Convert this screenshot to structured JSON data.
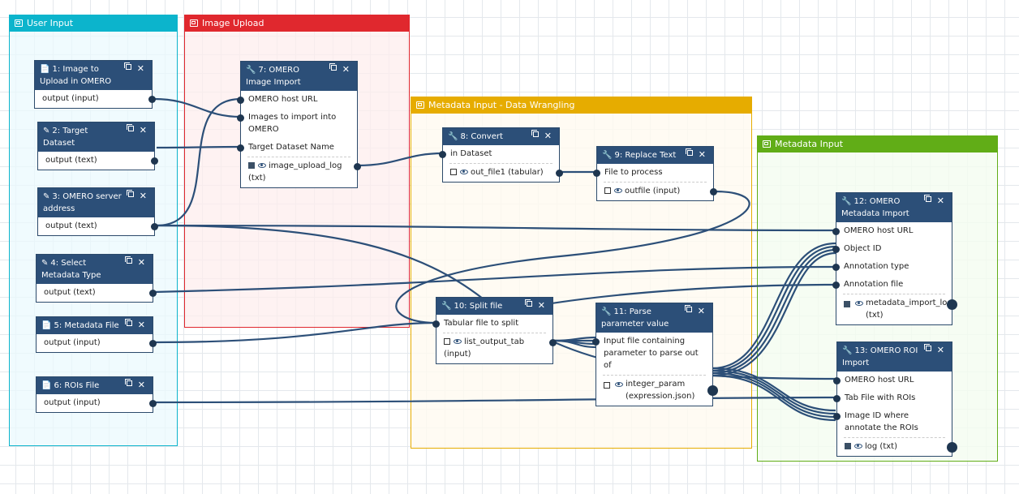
{
  "frames": {
    "user_input": {
      "title": "User Input",
      "color": "#0cb4cc",
      "bg": "#f2fbfd"
    },
    "image_upload": {
      "title": "Image Upload",
      "color": "#e0282e",
      "bg": "#fdf3f3"
    },
    "metadata_wrangling": {
      "title": "Metadata Input - Data Wrangling",
      "color": "#e6ac00",
      "bg": "#fffbf2"
    },
    "metadata_input": {
      "title": "Metadata Input",
      "color": "#61ad17",
      "bg": "#f6fcf2"
    }
  },
  "nodes": {
    "n1": {
      "title": "1: Image to Upload in OMERO",
      "icon": "file-icon",
      "output": "output (input)"
    },
    "n2": {
      "title": "2: Target Dataset",
      "icon": "pencil-icon",
      "output": "output (text)"
    },
    "n3": {
      "title": "3: OMERO server address",
      "icon": "pencil-icon",
      "output": "output (text)"
    },
    "n4": {
      "title": "4: Select Metadata Type",
      "icon": "pencil-icon",
      "output": "output (text)"
    },
    "n5": {
      "title": "5: Metadata File",
      "icon": "file-icon",
      "output": "output (input)"
    },
    "n6": {
      "title": "6: ROIs File",
      "icon": "file-icon",
      "output": "output (input)"
    },
    "n7": {
      "title": "7: OMERO Image Import",
      "icon": "wrench-icon",
      "inputs": [
        "OMERO host URL",
        "Images to import into OMERO",
        "Target Dataset Name"
      ],
      "output": "image_upload_log (txt)"
    },
    "n8": {
      "title": "8: Convert",
      "icon": "wrench-icon",
      "inputs": [
        "in Dataset"
      ],
      "output": "out_file1 (tabular)"
    },
    "n9": {
      "title": "9: Replace Text",
      "icon": "wrench-icon",
      "inputs": [
        "File to process"
      ],
      "output": "outfile (input)"
    },
    "n10": {
      "title": "10: Split file",
      "icon": "wrench-icon",
      "inputs": [
        "Tabular file to split"
      ],
      "output": "list_output_tab (input)"
    },
    "n11": {
      "title": "11: Parse parameter value",
      "icon": "wrench-icon",
      "inputs": [
        "Input file containing parameter to parse out of"
      ],
      "output": "integer_param (expression.json)"
    },
    "n12": {
      "title": "12: OMERO Metadata Import",
      "icon": "wrench-icon",
      "inputs": [
        "OMERO host URL",
        "Object ID",
        "Annotation type",
        "Annotation file"
      ],
      "output": "metadata_import_log (txt)"
    },
    "n13": {
      "title": "13: OMERO ROI Import",
      "icon": "wrench-icon",
      "inputs": [
        "OMERO host URL",
        "Tab File with ROIs",
        "Image ID where annotate the ROIs"
      ],
      "output": "log (txt)"
    }
  },
  "icons": {
    "frame": "frame-icon",
    "copy": "copy-icon",
    "close": "close-icon",
    "eye": "eye-icon",
    "checkbox": "checkbox-icon"
  }
}
